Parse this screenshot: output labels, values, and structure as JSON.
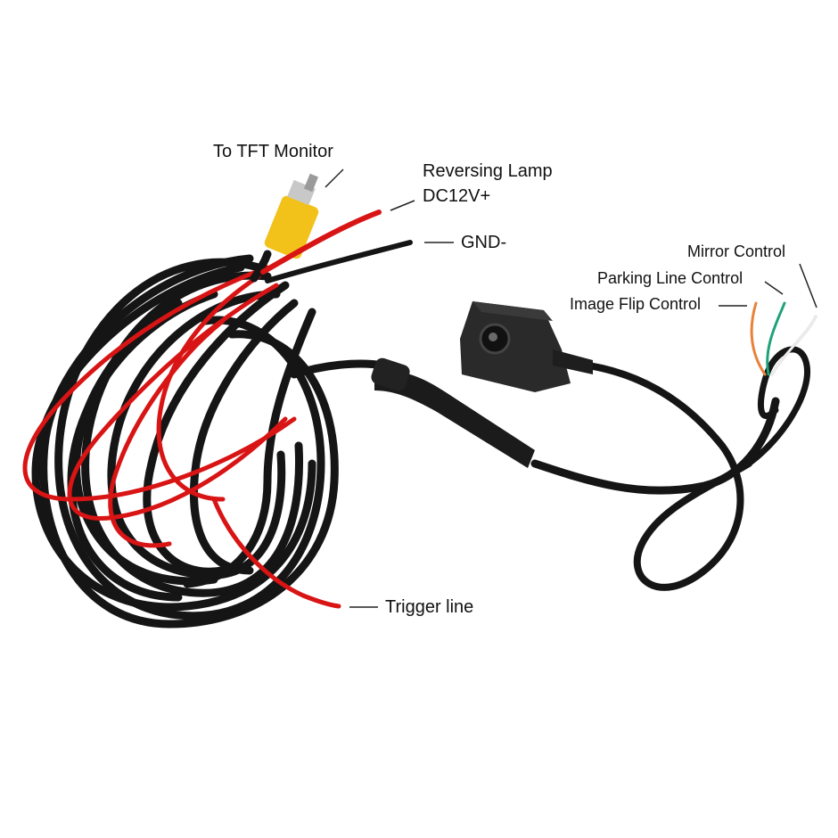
{
  "labels": {
    "to_tft_monitor": "To TFT Monitor",
    "reversing_lamp_line1": "Reversing Lamp",
    "reversing_lamp_line2": "DC12V+",
    "gnd": "GND-",
    "mirror_control": "Mirror Control",
    "parking_line_control": "Parking Line Control",
    "image_flip_control": "Image Flip Control",
    "trigger_line": "Trigger line"
  },
  "colors": {
    "background": "#ffffff",
    "cable_black": "#151515",
    "wire_red": "#d81414",
    "rca_yellow": "#f2c21b",
    "wire_orange": "#e8823a",
    "wire_green": "#1fa27a",
    "wire_white": "#f4f4f4",
    "camera_body": "#2a2a2a"
  },
  "icons": {
    "camera": "rear-view-camera-icon",
    "rca_plug": "rca-plug-icon"
  }
}
